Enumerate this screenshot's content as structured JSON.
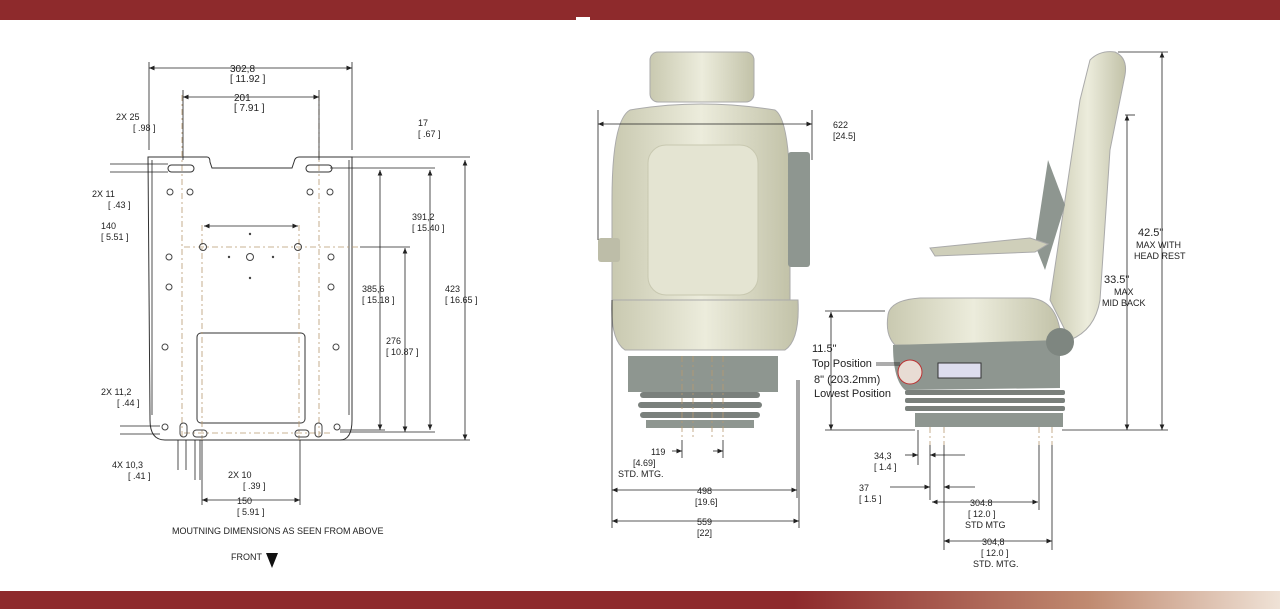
{
  "colors": {
    "band": "#8e2a2c",
    "seat": "#dcdcc4",
    "base": "#8e9690"
  },
  "mounting": {
    "width_mm": "302,8",
    "width_in": "[ 11.92 ]",
    "slot_span_mm": "201",
    "slot_span_in": "[ 7.91 ]",
    "slot_len": "2X  25",
    "slot_len_in": "[ .98 ]",
    "top_offset_mm": "17",
    "top_offset_in": "[ .67 ]",
    "slot_w": "2X  11",
    "slot_w_in": "[ .43 ]",
    "hole_span_mm": "140",
    "hole_span_in": "[ 5.51 ]",
    "h1_mm": "391,2",
    "h1_in": "[ 15.40 ]",
    "h2_mm": "385,6",
    "h2_in": "[ 15.18 ]",
    "h3_mm": "276",
    "h3_in": "[ 10.87 ]",
    "h4_mm": "423",
    "h4_in": "[ 16.65 ]",
    "bot_slot": "2X  11,2",
    "bot_slot_in": "[ .44 ]",
    "hole4x": "4X  10,3",
    "hole4x_in": "[ .41 ]",
    "slot2x": "2X  10",
    "slot2x_in": "[ .39 ]",
    "bot_span_mm": "150",
    "bot_span_in": "[ 5.91 ]",
    "caption": "MOUTNING DIMENSIONS AS SEEN FROM ABOVE",
    "front": "FRONT"
  },
  "front_view": {
    "width_mm": "622",
    "width_in": "[24.5]",
    "mtg_mm": "119",
    "mtg_in": "[4.69]",
    "mtg_label": "STD. MTG.",
    "base_mm": "498",
    "base_in": "[19.6]",
    "overall_mm": "559",
    "overall_in": "[22]"
  },
  "side_view": {
    "max_head": "42.5\"",
    "max_head_l1": "MAX WITH",
    "max_head_l2": "HEAD REST",
    "max_mid": "33.5\"",
    "max_mid_l1": "MAX",
    "max_mid_l2": "MID BACK",
    "top_pos": "11.5\"",
    "top_pos_label": "Top Position",
    "low_pos": "8\" (203.2mm)",
    "low_pos_label": "Lowest Position",
    "d1_mm": "34,3",
    "d1_in": "[ 1.4 ]",
    "d2_mm": "37",
    "d2_in": "[ 1.5 ]",
    "d3_mm": "304.8",
    "d3_in": "[ 12.0 ]",
    "d3_label": "STD MTG",
    "d4_mm": "304,8",
    "d4_in": "[ 12.0 ]",
    "d4_label": "STD. MTG."
  }
}
